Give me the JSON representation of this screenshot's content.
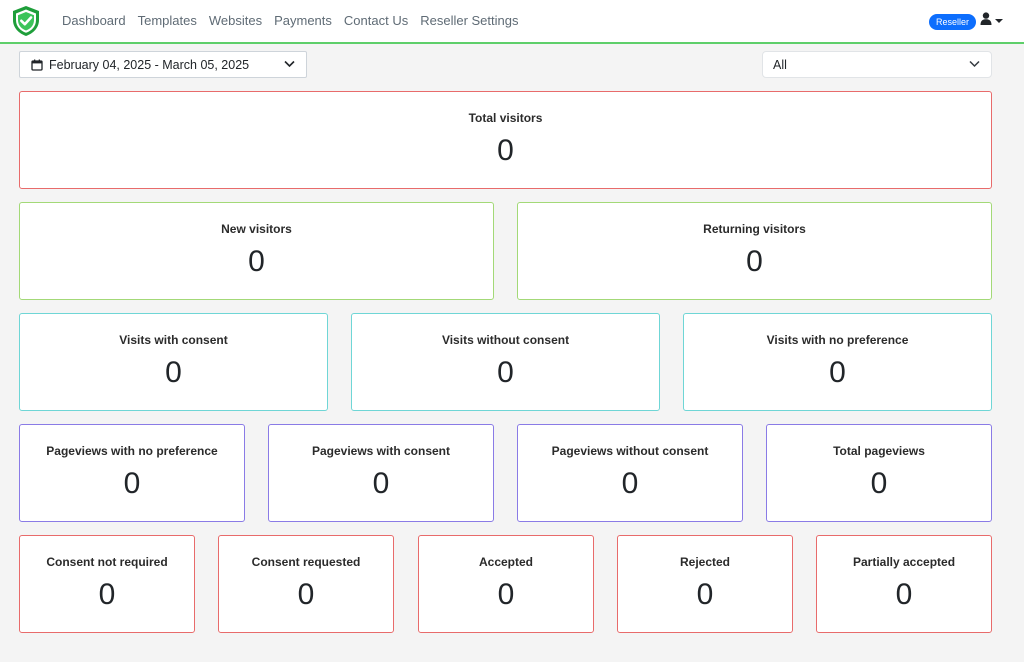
{
  "nav": {
    "links": [
      {
        "label": "Dashboard"
      },
      {
        "label": "Templates"
      },
      {
        "label": "Websites"
      },
      {
        "label": "Payments"
      },
      {
        "label": "Contact Us"
      },
      {
        "label": "Reseller Settings"
      }
    ],
    "badge": "Reseller",
    "user_icon": "user-icon",
    "logo_icon": "shield-check-icon"
  },
  "filters": {
    "date_range": "February 04, 2025 - March 05, 2025",
    "site_select": "All"
  },
  "colors": {
    "accent": "#5ecf6a",
    "badge": "#0d6efd",
    "card_red": "#e86b6b",
    "card_green": "#a3d977",
    "card_teal": "#6fd6d6",
    "card_purple": "#8a7be6"
  },
  "stats": {
    "total_visitors": {
      "title": "Total visitors",
      "value": "0"
    },
    "new_visitors": {
      "title": "New visitors",
      "value": "0"
    },
    "returning_visitors": {
      "title": "Returning visitors",
      "value": "0"
    },
    "visits_with_consent": {
      "title": "Visits with consent",
      "value": "0"
    },
    "visits_without_consent": {
      "title": "Visits without consent",
      "value": "0"
    },
    "visits_no_preference": {
      "title": "Visits with no preference",
      "value": "0"
    },
    "pageviews_no_preference": {
      "title": "Pageviews with no preference",
      "value": "0"
    },
    "pageviews_with_consent": {
      "title": "Pageviews with consent",
      "value": "0"
    },
    "pageviews_without_consent": {
      "title": "Pageviews without consent",
      "value": "0"
    },
    "total_pageviews": {
      "title": "Total pageviews",
      "value": "0"
    },
    "consent_not_required": {
      "title": "Consent not required",
      "value": "0"
    },
    "consent_requested": {
      "title": "Consent requested",
      "value": "0"
    },
    "accepted": {
      "title": "Accepted",
      "value": "0"
    },
    "rejected": {
      "title": "Rejected",
      "value": "0"
    },
    "partially_accepted": {
      "title": "Partially accepted",
      "value": "0"
    }
  }
}
